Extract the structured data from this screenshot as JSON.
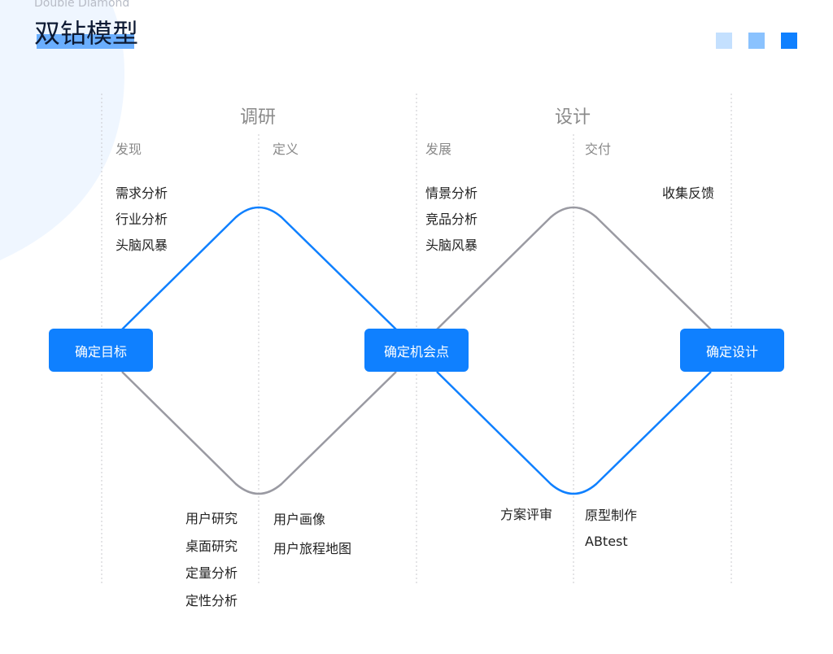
{
  "header": {
    "subtitle": "Double Diamond",
    "title": "双钻模型"
  },
  "colors": {
    "accent": "#0f80ff",
    "gray": "#9a9aa2",
    "legend": [
      "#c4e0fe",
      "#8ac2fe",
      "#0f80ff"
    ]
  },
  "phases": [
    "调研",
    "设计"
  ],
  "stages": [
    "发现",
    "定义",
    "发展",
    "交付"
  ],
  "nodes": [
    "确定目标",
    "确定机会点",
    "确定设计"
  ],
  "groups": {
    "discover_top": [
      "需求分析",
      "行业分析",
      "头脑风暴"
    ],
    "discover_bottom": [
      "用户研究",
      "桌面研究",
      "定量分析",
      "定性分析"
    ],
    "define_bottom": [
      "用户画像",
      "用户旅程地图"
    ],
    "develop_top": [
      "情景分析",
      "竞品分析",
      "头脑风暴"
    ],
    "develop_bottom": [
      "方案评审"
    ],
    "deliver_bottom": [
      "原型制作",
      "ABtest"
    ],
    "deliver_top": [
      "收集反馈"
    ]
  }
}
